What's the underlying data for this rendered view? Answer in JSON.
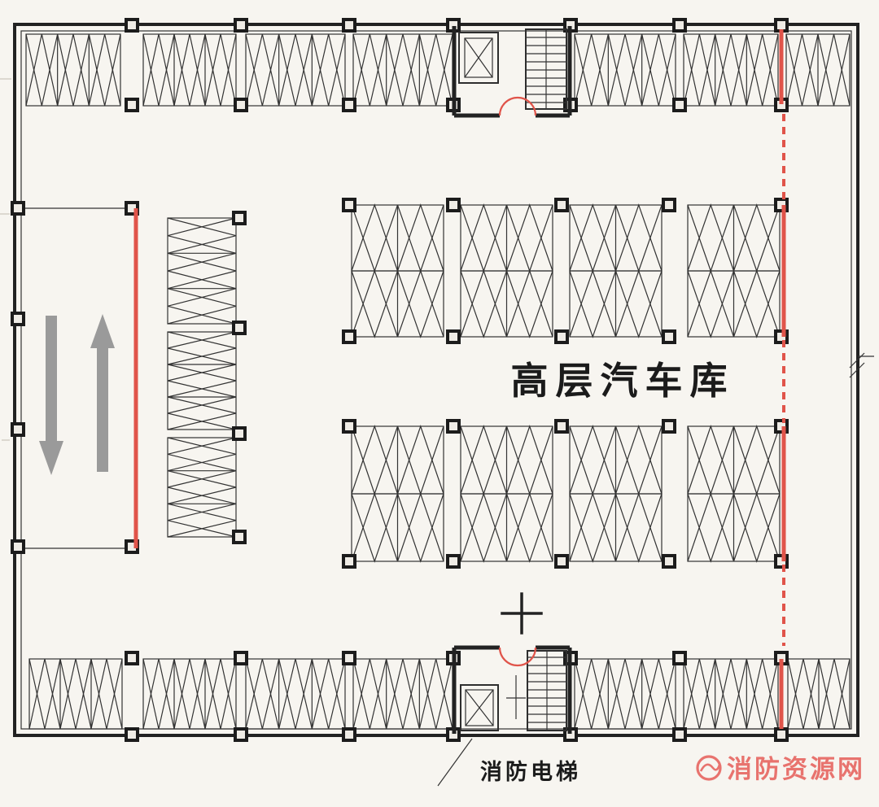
{
  "drawing": {
    "labels": {
      "garage_area": "高层汽车库",
      "fire_elevator": "消防电梯",
      "watermark": "消防资源网"
    },
    "colors": {
      "paper": "#f7f5f0",
      "wall": "#222222",
      "fire_shutter_red": "#e0544a",
      "ramp_arrow_gray": "#9a9a9a",
      "watermark_red": "#e8736e"
    },
    "symbols": {
      "ramp_down_arrow": "down",
      "ramp_up_arrow": "up",
      "fire_shutter_lines": "red solid / dashed",
      "fire_elevator_core": "elevator + stair",
      "parking_stalls": "zigzag stall marks"
    }
  }
}
